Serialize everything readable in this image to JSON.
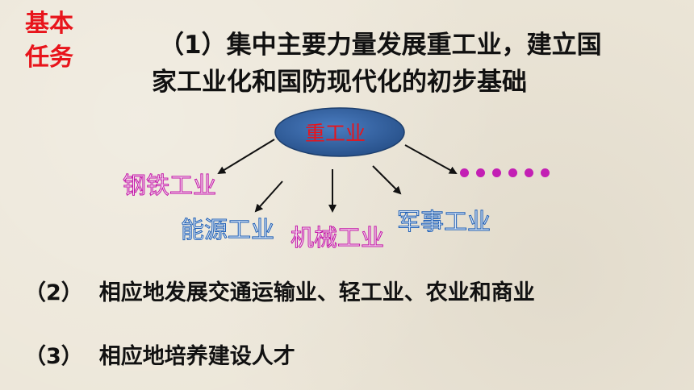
{
  "title_label": {
    "line1": "基本",
    "line2": "任务"
  },
  "tasks": [
    {
      "line1": "（1）集中主要力量发展重工业，建立国",
      "line2": "家工业化和国防现代化的初步基础"
    },
    {
      "num": "（2）",
      "text": "相应地发展交通运输业、轻工业、农业和商业"
    },
    {
      "num": "（3）",
      "text": "相应地培养建设人才"
    }
  ],
  "diagram": {
    "hub": "重工业",
    "branches": [
      "钢铁工业",
      "能源工业",
      "机械工业",
      "军事工业"
    ],
    "ellipsis_dot_count": 6
  },
  "colors": {
    "accent_red": "#e8141b",
    "hub_fill": "#2f5f9e",
    "magenta": "#c41aa8",
    "blue": "#1f5fb5"
  }
}
